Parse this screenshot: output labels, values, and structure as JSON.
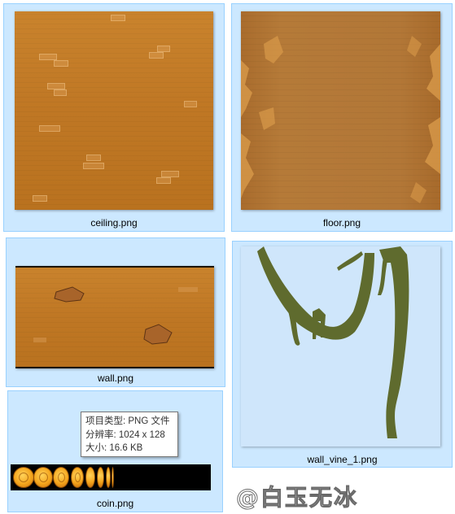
{
  "files": [
    {
      "name": "ceiling.png"
    },
    {
      "name": "floor.png"
    },
    {
      "name": "wall.png"
    },
    {
      "name": "wall_vine_1.png"
    },
    {
      "name": "coin.png"
    }
  ],
  "tooltip": {
    "type_line": "项目类型: PNG 文件",
    "dimensions_line": "分辨率: 1024 x 128",
    "size_line": "大小: 16.6 KB"
  },
  "watermark": {
    "text": "@白玉无冰"
  },
  "colors": {
    "selection_bg": "#cce8ff",
    "selection_border": "#99d1ff",
    "wood": "#c07a26",
    "vine": "#5f6b2e"
  },
  "icons": {
    "coin": "coin-icon"
  }
}
